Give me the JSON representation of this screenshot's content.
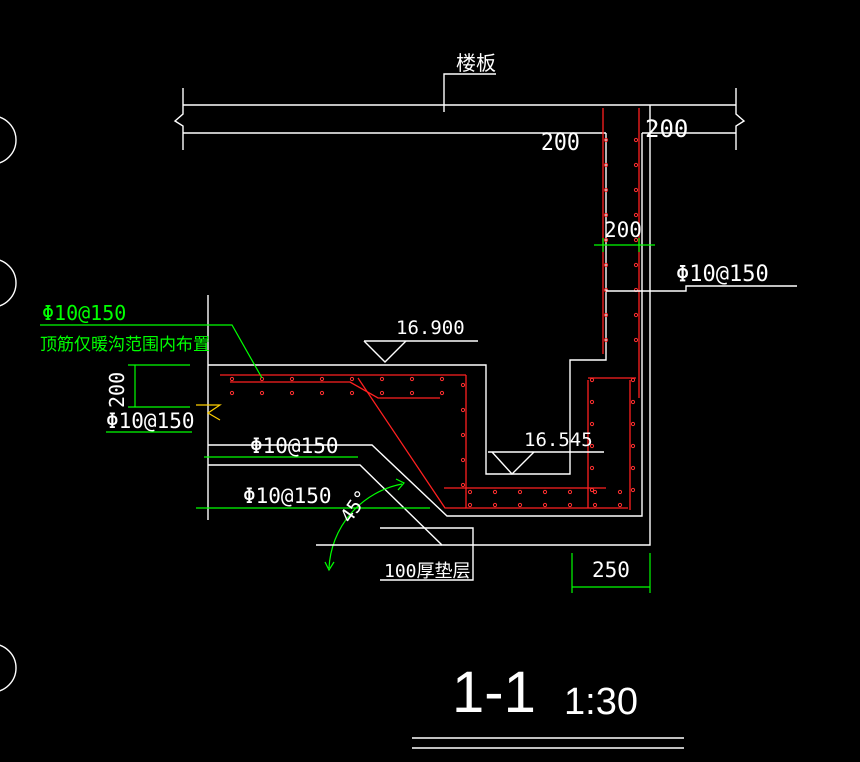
{
  "labels": {
    "slab": "楼板",
    "dim_200_left": "200",
    "dim_200_right": "200",
    "dim_200_mid": "200",
    "rebar_right": "Φ10@150",
    "rebar_top_left": "Φ10@150",
    "note_top_left": "顶筋仅暖沟范围内布置",
    "dim_200_vertical": "200",
    "rebar_left_2": "Φ10@150",
    "rebar_mid_1": "Φ10@150",
    "rebar_mid_2": "Φ10@150",
    "elev_upper": "16.900",
    "elev_lower": "16.545",
    "angle": "45°",
    "cushion": "100厚垫层",
    "dim_250": "250"
  },
  "title": {
    "section": "1-1",
    "scale": "1:30"
  },
  "colors": {
    "background": "#000000",
    "outline": "#ffffff",
    "dimension": "#00ff00",
    "rebar": "#ff2020",
    "accent": "#ffd000"
  }
}
